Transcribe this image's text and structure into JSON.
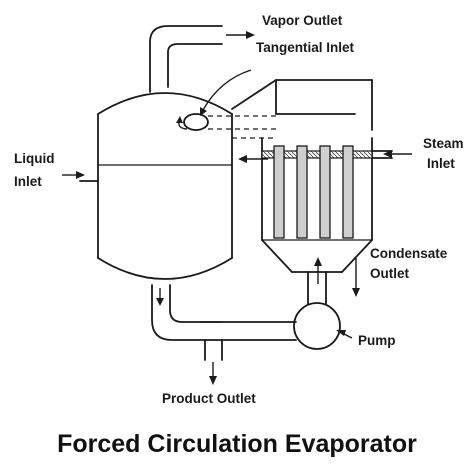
{
  "title": "Forced Circulation Evaporator",
  "labels": {
    "vapor_outlet": "Vapor Outlet",
    "tangential_inlet": "Tangential Inlet",
    "steam_line1": "Steam",
    "steam_line2": "Inlet",
    "liquid_line1": "Liquid",
    "liquid_line2": "Inlet",
    "condensate_line1": "Condensate",
    "condensate_line2": "Outlet",
    "pump": "Pump",
    "product_outlet": "Product Outlet"
  },
  "colors": {
    "line": "#1a1a1a",
    "tube_fill": "#cfcfcf",
    "background": "#ffffff"
  }
}
